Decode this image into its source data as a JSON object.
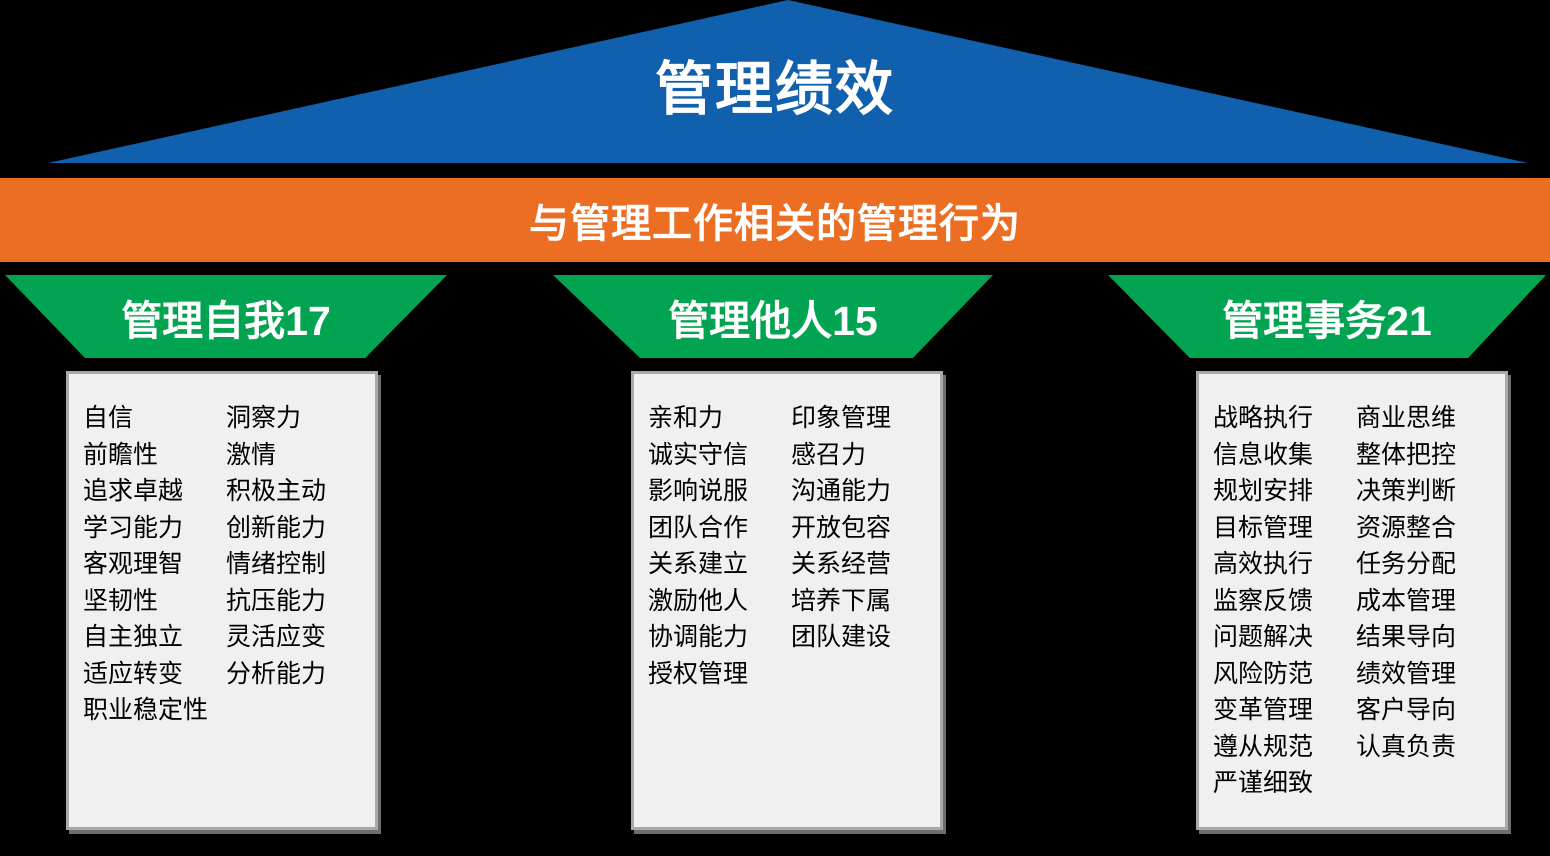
{
  "colors": {
    "background": "#000000",
    "roof_blue": "#1060AE",
    "bar_orange": "#EB6E23",
    "header_green": "#02A351",
    "panel_gray": "#F0F0F0",
    "panel_border_gray": "#A9A9A9",
    "label_white": "#FFFFFF",
    "item_black": "#000000"
  },
  "pyramid": {
    "top": {
      "label": "管理绩效"
    },
    "bar": {
      "label": "与管理工作相关的管理行为"
    },
    "panels": [
      {
        "header": {
          "label": "管理自我17",
          "count": "17"
        },
        "items": [
          [
            "自信",
            "洞察力"
          ],
          [
            "前瞻性",
            "激情"
          ],
          [
            "追求卓越",
            "积极主动"
          ],
          [
            "学习能力",
            "创新能力"
          ],
          [
            "客观理智",
            "情绪控制"
          ],
          [
            "坚韧性",
            "抗压能力"
          ],
          [
            "自主独立",
            "灵活应变"
          ],
          [
            "适应转变",
            "分析能力"
          ],
          [
            "职业稳定性",
            ""
          ]
        ]
      },
      {
        "header": {
          "label": "管理他人15",
          "count": "15"
        },
        "items": [
          [
            "亲和力",
            "印象管理"
          ],
          [
            "诚实守信",
            "感召力"
          ],
          [
            "影响说服",
            "沟通能力"
          ],
          [
            "团队合作",
            "开放包容"
          ],
          [
            "关系建立",
            "关系经营"
          ],
          [
            "激励他人",
            "培养下属"
          ],
          [
            "协调能力",
            "团队建设"
          ],
          [
            "授权管理",
            ""
          ]
        ]
      },
      {
        "header": {
          "label": "管理事务21",
          "count": "21"
        },
        "items": [
          [
            "战略执行",
            "商业思维"
          ],
          [
            "信息收集",
            "整体把控"
          ],
          [
            "规划安排",
            "决策判断"
          ],
          [
            "目标管理",
            "资源整合"
          ],
          [
            "高效执行",
            "任务分配"
          ],
          [
            "监察反馈",
            "成本管理"
          ],
          [
            "问题解决",
            "结果导向"
          ],
          [
            "风险防范",
            "绩效管理"
          ],
          [
            "变革管理",
            "客户导向"
          ],
          [
            "遵从规范",
            "认真负责"
          ],
          [
            "严谨细致",
            ""
          ]
        ]
      }
    ]
  }
}
